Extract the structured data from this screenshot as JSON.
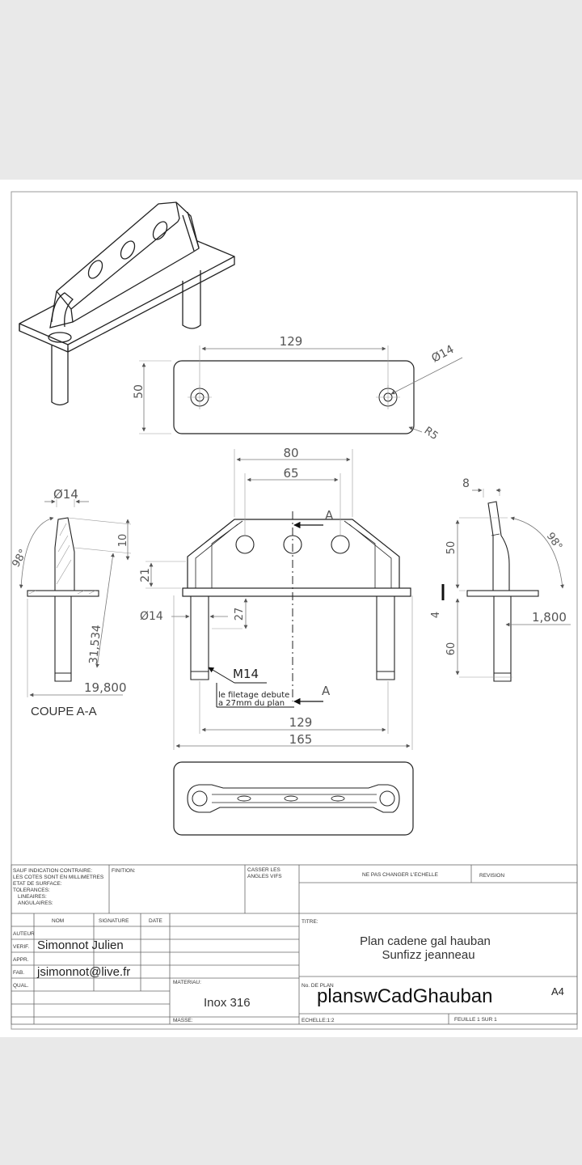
{
  "dimensions": {
    "top_129": "129",
    "top_dia14": "Ø14",
    "top_50": "50",
    "top_r5": "R5",
    "front_80": "80",
    "front_65": "65",
    "front_21": "21",
    "front_27": "27",
    "front_dia14": "Ø14",
    "front_m14": "M14",
    "front_129": "129",
    "front_165": "165",
    "front_section_a_top": "A",
    "front_section_a_bottom": "A",
    "side_50": "50",
    "side_4": "4",
    "side_60": "60",
    "side_8": "8",
    "side_98": "98°",
    "side_1800": "1,800",
    "sec_dia14": "Ø14",
    "sec_10": "10",
    "sec_98": "98°",
    "sec_31534": "31,534",
    "sec_19800": "19,800"
  },
  "notes": {
    "thread_line1": "le filetage debute",
    "thread_line2": "a 27mm du plan",
    "section_label": "COUPE A-A"
  },
  "title_block": {
    "sauf_lines": [
      "SAUF INDICATION CONTRAIRE:",
      "LES COTES SONT EN MILLIMETRES",
      "ETAT DE SURFACE:",
      "TOLERANCES:",
      "LINEAIRES:",
      "ANGULAIRES:"
    ],
    "finition": "FINITION:",
    "casser_line1": "CASSER LES",
    "casser_line2": "ANGLES VIFS",
    "ne_pas_changer": "NE PAS CHANGER L'ECHELLE",
    "revision": "REVISION",
    "col_nom": "NOM",
    "col_signature": "SIGNATURE",
    "col_date": "DATE",
    "titre_label": "TITRE:",
    "row_auteur": "AUTEUR",
    "row_verif": "VERIF.",
    "row_appr": "APPR.",
    "row_fab": "FAB.",
    "row_qual": "QUAL.",
    "verif_name": "Simonnot Julien",
    "fab_email": "jsimonnot@live.fr",
    "title_line1": "Plan cadene gal hauban",
    "title_line2": "Sunfizz jeanneau",
    "materiau_label": "MATERIAU:",
    "materiau_value": "Inox 316",
    "no_de_plan_label": "No. DE PLAN",
    "plan_number": "planswCadGhauban",
    "format": "A4",
    "masse_label": "MASSE:",
    "echelle": "ECHELLE:1:2",
    "feuille": "FEUILLE 1 SUR 1"
  }
}
